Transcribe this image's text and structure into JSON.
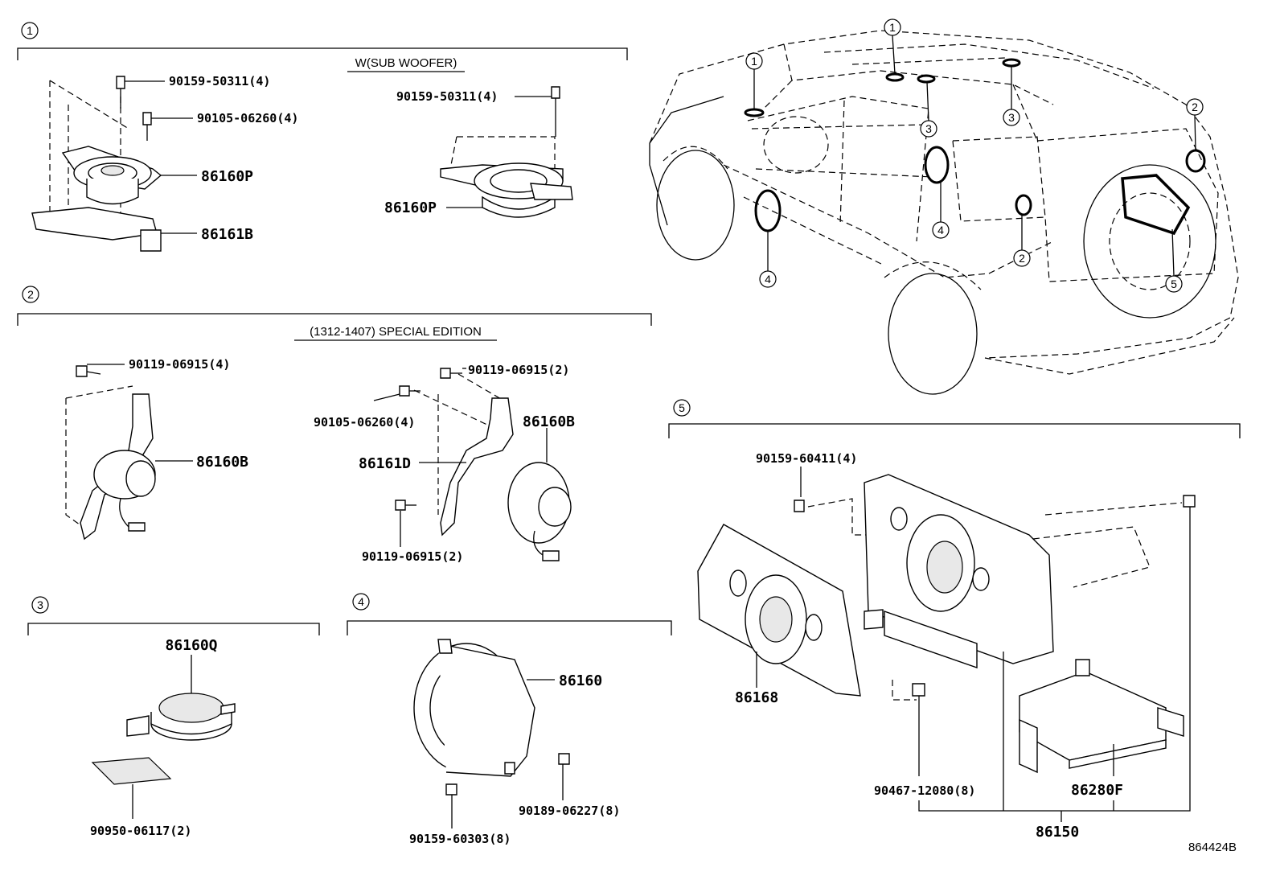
{
  "sections": {
    "s1": {
      "num": "1",
      "variant": "W(SUB WOOFER)"
    },
    "s2": {
      "num": "2",
      "variant": "(1312-1407) SPECIAL EDITION"
    },
    "s3": {
      "num": "3"
    },
    "s4": {
      "num": "4"
    },
    "s5": {
      "num": "5"
    }
  },
  "parts": {
    "p1_screw_a": "90159-50311(4)",
    "p1_screw_b": "90105-06260(4)",
    "p1_speaker_a": "86160P",
    "p1_bracket": "86161B",
    "p1_screw_c": "90159-50311(4)",
    "p1_speaker_b": "86160P",
    "p2_screw_a": "90119-06915(4)",
    "p2_speaker_a": "86160B",
    "p2_screw_b": "90119-06915(2)",
    "p2_screw_c": "90105-06260(4)",
    "p2_speaker_b": "86160B",
    "p2_bracket": "86161D",
    "p2_screw_d": "90119-06915(2)",
    "p3_tweeter": "86160Q",
    "p3_tape": "90950-06117(2)",
    "p4_speaker": "86160",
    "p4_clip": "90189-06227(8)",
    "p4_screw": "90159-60303(8)",
    "p5_screw": "90159-60411(4)",
    "p5_grille": "86168",
    "p5_nut": "90467-12080(8)",
    "p5_amp": "86280F",
    "p5_assy": "86150"
  },
  "vehicle_callouts": [
    "1",
    "1",
    "2",
    "3",
    "3",
    "4",
    "2",
    "4",
    "5"
  ],
  "diagram_id": "864424B"
}
